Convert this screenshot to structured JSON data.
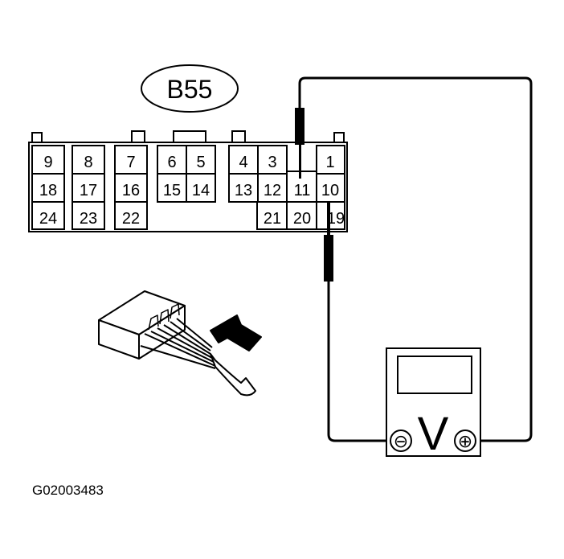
{
  "connector": {
    "label": "B55",
    "pins": {
      "p9": "9",
      "p8": "8",
      "p7": "7",
      "p6": "6",
      "p5": "5",
      "p4": "4",
      "p3": "3",
      "p1": "1",
      "p18": "18",
      "p17": "17",
      "p16": "16",
      "p15": "15",
      "p14": "14",
      "p13": "13",
      "p12": "12",
      "p11": "11",
      "p10": "10",
      "p24": "24",
      "p23": "23",
      "p22": "22",
      "p21": "21",
      "p20": "20",
      "p19": "19"
    }
  },
  "meter": {
    "unit_symbol": "V",
    "negative_symbol": "⊖",
    "positive_symbol": "⊕"
  },
  "figure_id": "G02003483"
}
